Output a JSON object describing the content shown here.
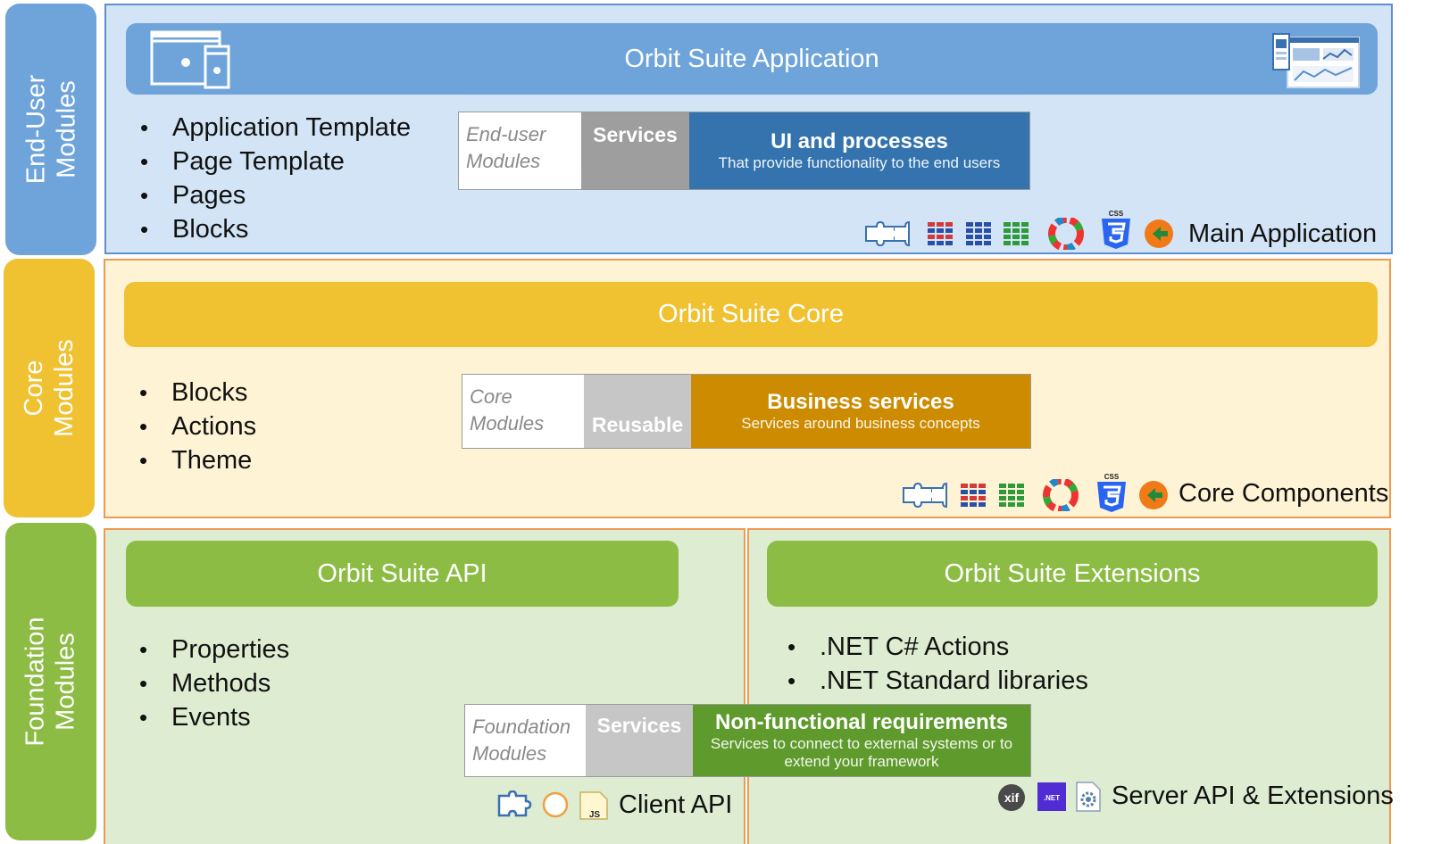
{
  "end_user": {
    "side_line1": "End-User",
    "side_line2": "Modules",
    "banner": "Orbit Suite Application",
    "bullets": [
      "Application Template",
      "Page Template",
      "Pages",
      "Blocks"
    ],
    "legend": {
      "col1_line1": "End-user",
      "col1_line2": "Modules",
      "col2": "Services",
      "title": "UI and processes",
      "subtitle": "That provide functionality to the end users"
    },
    "caption": "Main Application",
    "icons": [
      "puzzle-icon",
      "grid-colored-icon",
      "grid-blue-icon",
      "grid-green-icon",
      "color-wheel-icon",
      "css3-icon",
      "arrow-circle-icon"
    ]
  },
  "core": {
    "side_line1": "Core",
    "side_line2": "Modules",
    "banner": "Orbit Suite Core",
    "bullets": [
      "Blocks",
      "Actions",
      "Theme"
    ],
    "legend": {
      "col1_line1": "Core",
      "col1_line2": "Modules",
      "col2": "Reusable",
      "title": "Business services",
      "subtitle": "Services around business concepts"
    },
    "caption": "Core Components",
    "icons": [
      "puzzle-icon",
      "grid-colored-icon",
      "grid-green-icon",
      "color-wheel-icon",
      "css3-icon",
      "arrow-circle-icon"
    ]
  },
  "foundation": {
    "side_line1": "Foundation",
    "side_line2": "Modules",
    "api_banner": "Orbit Suite API",
    "api_bullets": [
      "Properties",
      "Methods",
      "Events"
    ],
    "ext_banner": "Orbit Suite Extensions",
    "ext_bullets": [
      ".NET C# Actions",
      ".NET Standard libraries"
    ],
    "legend": {
      "col1_line1": "Foundation",
      "col1_line2": "Modules",
      "col2": "Services",
      "title": "Non-functional requirements",
      "subtitle": "Services to connect to external systems or to extend your framework"
    },
    "client_caption": "Client API",
    "server_caption": "Server API & Extensions",
    "net_label": ".NET",
    "xif_label": "xif",
    "js_label": "JS",
    "css_label": "CSS"
  },
  "colors": {
    "blue": "#6fa4da",
    "blue_dark": "#3473ad",
    "yellow": "#f0c232",
    "orange_dark": "#cc8b00",
    "green": "#8cbc44",
    "green_dark": "#5f9a2c",
    "gray": "#9e9e9e",
    "gray_light": "#c6c6c6"
  }
}
